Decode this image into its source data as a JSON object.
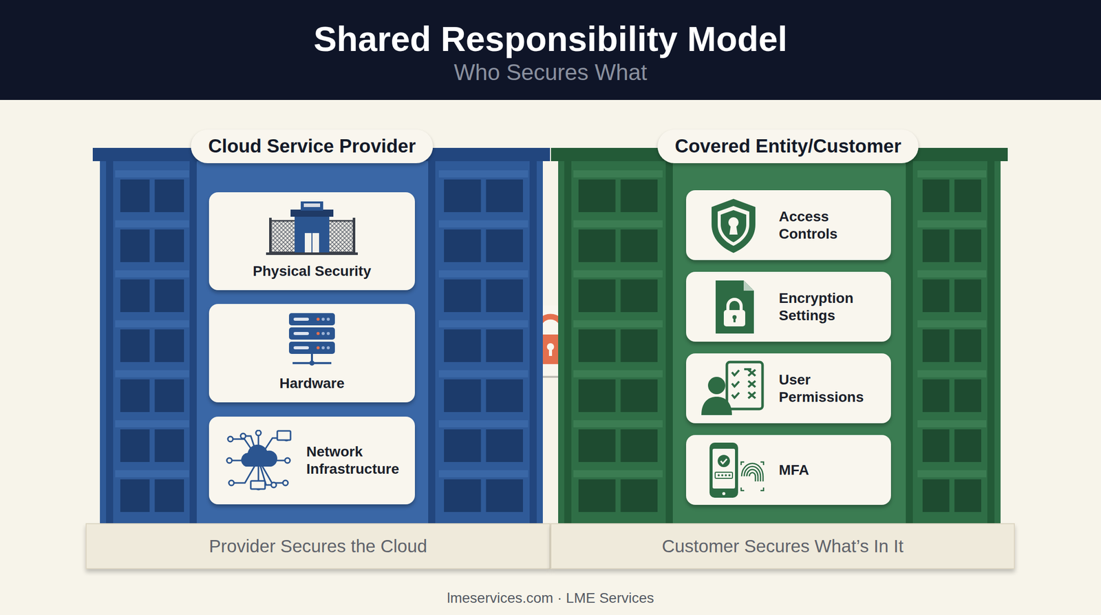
{
  "diagram": {
    "title": "Shared Responsibility Model",
    "nodes": [
      {
        "text": [
          "Cloud Service Provider"
        ]
      },
      {
        "text": [
          "Physical Security"
        ],
        "in": 0
      },
      {
        "text": [
          "Hardware"
        ],
        "in": 0
      },
      {
        "text": [
          "Network Infrastructure"
        ],
        "in": 0
      },
      {
        "text": [
          "Covered Entity/Customer"
        ]
      },
      {
        "text": [
          "Access Controls"
        ],
        "in": 4
      },
      {
        "text": [
          "Encryption Settings"
        ],
        "in": 4
      },
      {
        "text": [
          "User Permissions"
        ],
        "in": 4
      },
      {
        "text": [
          "MFA"
        ],
        "in": 4
      },
      {
        "text": [
          "Provider Secures the Cloud"
        ]
      },
      {
        "text": [
          "Customer Secures What’s In It"
        ]
      }
    ],
    "labels": [
      "Who Secures What",
      "lmeservices.com · LME Services"
    ]
  }
}
